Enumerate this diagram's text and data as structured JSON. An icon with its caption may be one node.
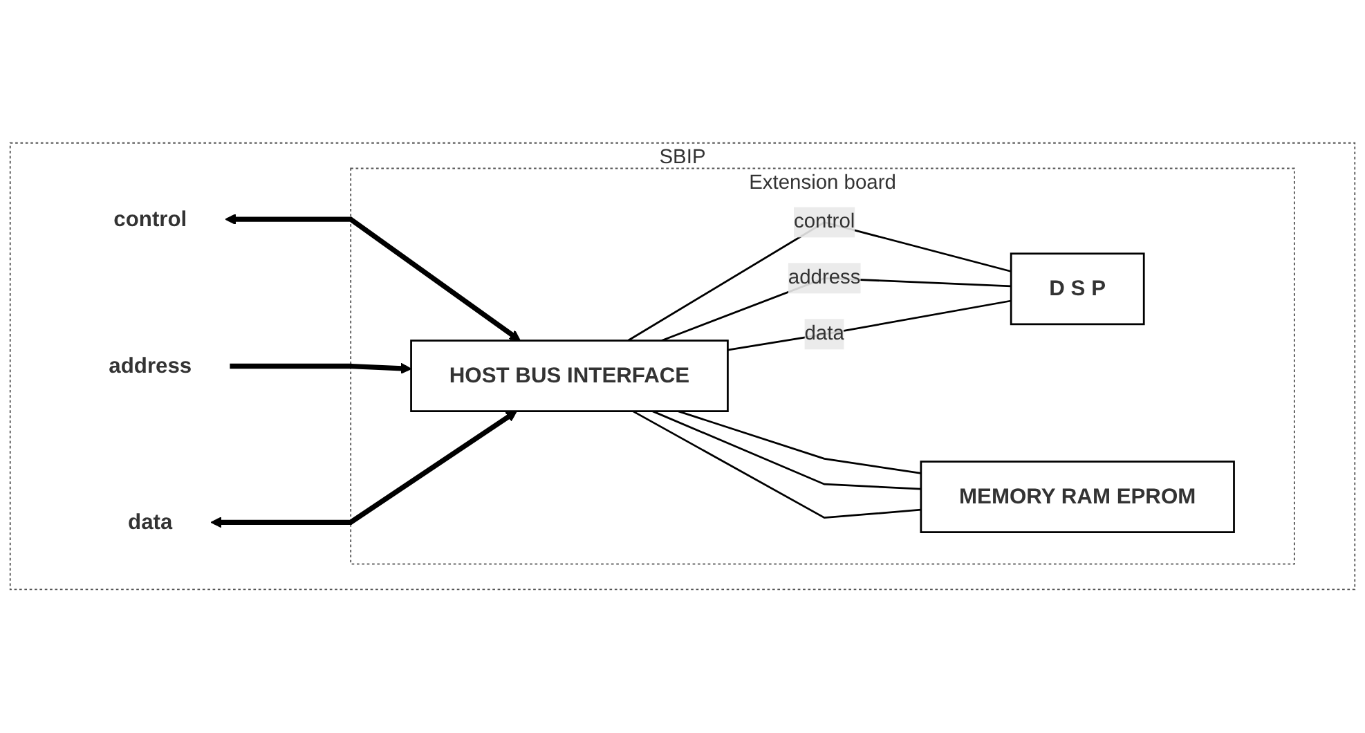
{
  "diagram": {
    "nodes": [
      {
        "text": [
          "SBIP"
        ]
      },
      {
        "text": [
          "Extension board"
        ],
        "in": 0
      },
      {
        "text": [
          "control"
        ],
        "in": 0
      },
      {
        "text": [
          "address"
        ],
        "in": 0
      },
      {
        "text": [
          "data"
        ],
        "in": 0
      },
      {
        "text": [
          "HOST BUS INTERFACE"
        ],
        "in": 1
      },
      {
        "text": [
          "D S P"
        ],
        "in": 1
      },
      {
        "text": [
          "MEMORY RAM EPROM"
        ],
        "in": 1
      }
    ],
    "edges": [
      {
        "from": 2,
        "to": 5,
        "arrow": "both",
        "style": "thick"
      },
      {
        "from": 3,
        "to": 5,
        "arrow": "to",
        "style": "thick"
      },
      {
        "from": 4,
        "to": 5,
        "arrow": "both",
        "style": "thick"
      },
      {
        "from": 5,
        "to": 6,
        "arrow": "none",
        "label": "control"
      },
      {
        "from": 5,
        "to": 6,
        "arrow": "none",
        "label": "address"
      },
      {
        "from": 5,
        "to": 6,
        "arrow": "none",
        "label": "data"
      },
      {
        "from": 5,
        "to": 7,
        "arrow": "none"
      },
      {
        "from": 5,
        "to": 7,
        "arrow": "none"
      },
      {
        "from": 5,
        "to": 7,
        "arrow": "none"
      }
    ]
  }
}
